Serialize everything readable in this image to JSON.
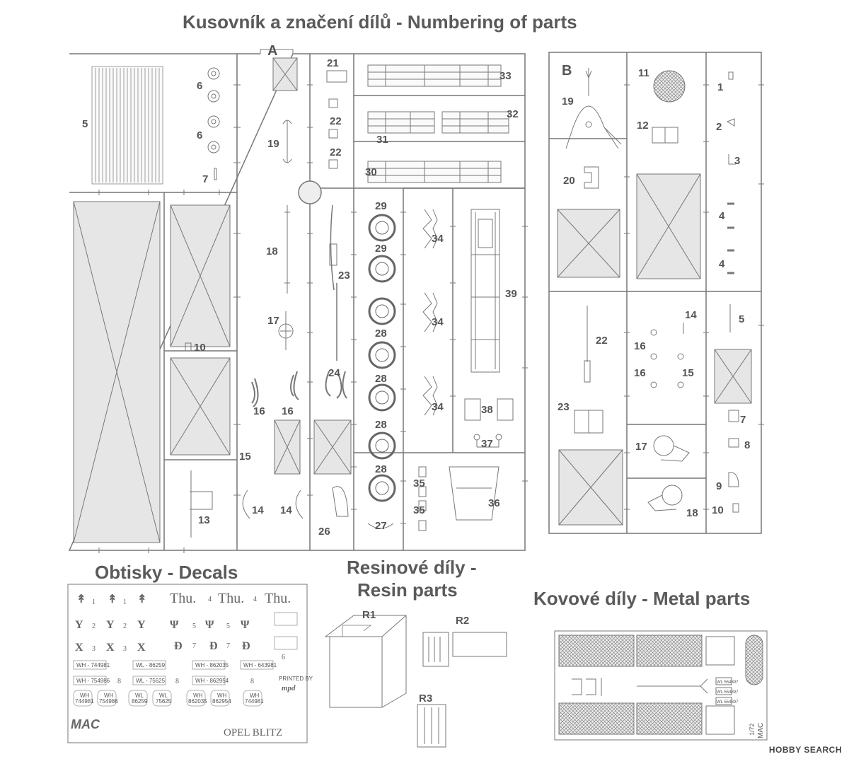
{
  "titles": {
    "numbering": "Kusovník a značení dílů - Numbering of parts",
    "decals": "Obtisky - Decals",
    "resin_line1": "Resinové díly -",
    "resin_line2": "Resin parts",
    "metal": "Kovové díly - Metal parts"
  },
  "sprue_a": {
    "letter": "A",
    "labels": {
      "p5": "5",
      "p6a": "6",
      "p6b": "6",
      "p7": "7",
      "p10": "10",
      "p13": "13",
      "p14a": "14",
      "p14b": "14",
      "p15": "15",
      "p16a": "16",
      "p16b": "16",
      "p17": "17",
      "p18": "18",
      "p19": "19",
      "p21": "21",
      "p22a": "22",
      "p22b": "22",
      "p23": "23",
      "p24": "24",
      "p26": "26",
      "p27": "27",
      "p28a": "28",
      "p28b": "28",
      "p28c": "28",
      "p28d": "28",
      "p29a": "29",
      "p29b": "29",
      "p30": "30",
      "p31": "31",
      "p32": "32",
      "p33": "33",
      "p34a": "34",
      "p34b": "34",
      "p34c": "34",
      "p35a": "35",
      "p35b": "35",
      "p36": "36",
      "p37": "37",
      "p38": "38",
      "p39": "39"
    }
  },
  "sprue_b": {
    "letter": "B",
    "labels": {
      "p1": "1",
      "p2": "2",
      "p3": "3",
      "p4a": "4",
      "p4b": "4",
      "p5": "5",
      "p7": "7",
      "p8": "8",
      "p9": "9",
      "p10": "10",
      "p11": "11",
      "p12": "12",
      "p14": "14",
      "p15": "15",
      "p16a": "16",
      "p16b": "16",
      "p17": "17",
      "p18": "18",
      "p19": "19",
      "p20": "20",
      "p22": "22",
      "p23": "23"
    }
  },
  "decals": {
    "nums": {
      "n1a": "1",
      "n1b": "1",
      "n2a": "2",
      "n2b": "2",
      "n3a": "3",
      "n3b": "3",
      "n4a": "4",
      "n4b": "4",
      "n5a": "5",
      "n5b": "5",
      "n7a": "7",
      "n7b": "7",
      "n6": "6",
      "n8a": "8",
      "n8b": "8",
      "n8c": "8"
    },
    "thu": "Thu.",
    "plates_row1": [
      "WH - 744981",
      "WL - 86259",
      "WH - 862035",
      "WH - 643981"
    ],
    "plates_row2": [
      "WH - 754986",
      "WL - 75625",
      "WH - 862954"
    ],
    "plates_row3": [
      [
        "WH",
        "744981"
      ],
      [
        "WH",
        "754986"
      ],
      [
        "WL",
        "86259"
      ],
      [
        "WL",
        "75625"
      ],
      [
        "WH",
        "862035"
      ],
      [
        "WH",
        "862954"
      ],
      [
        "WH",
        "744981"
      ]
    ],
    "brand": "MAC",
    "model": "OPEL BLITZ",
    "printed": "PRINTED BY",
    "printer": "mpd"
  },
  "resin": {
    "r1": "R1",
    "r2": "R2",
    "r3": "R3"
  },
  "metal": {
    "scale": "1/72",
    "brand": "MAC",
    "plates": [
      "WL 554897",
      "WL 554897",
      "WL 554897"
    ]
  },
  "watermark": "HOBBY SEARCH"
}
